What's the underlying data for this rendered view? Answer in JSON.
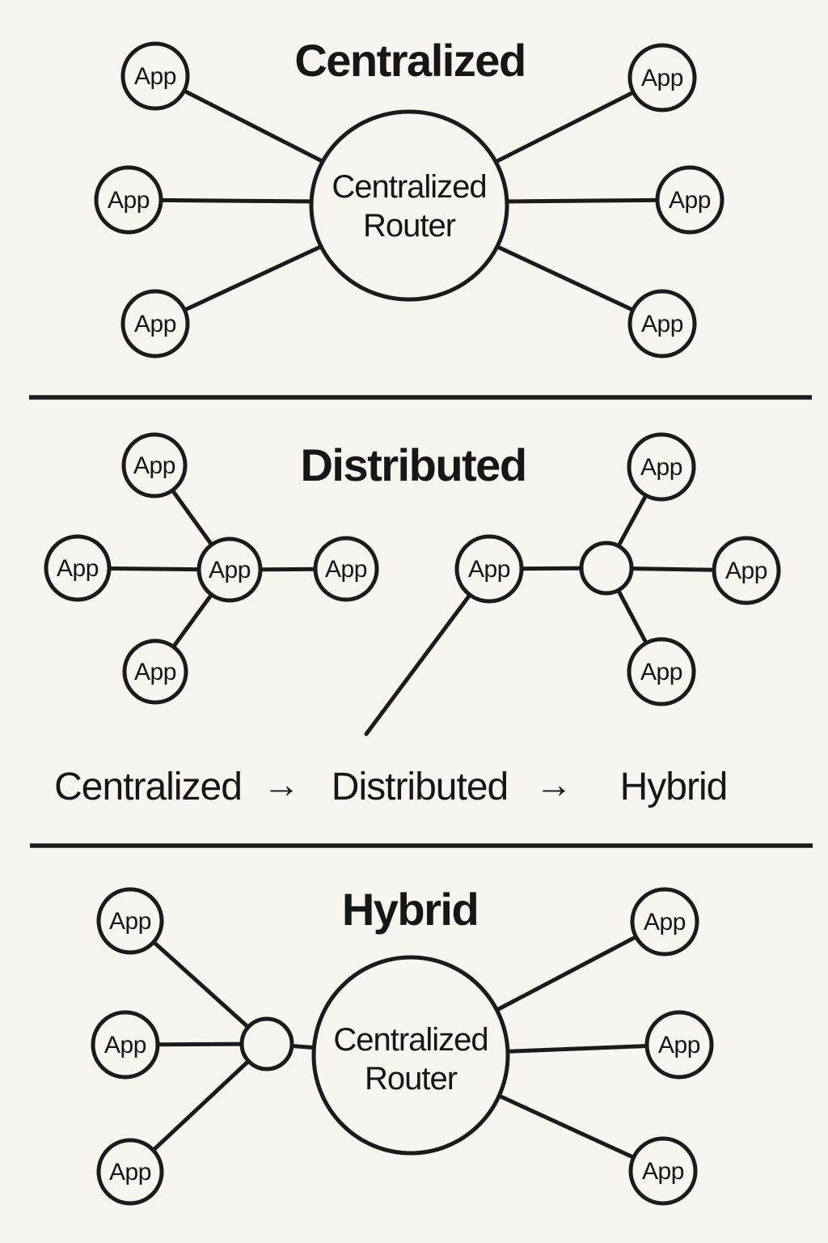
{
  "colors": {
    "background": "#f6f5f0",
    "stroke": "#1b1b1b",
    "text": "#161616"
  },
  "labels": {
    "app": "App"
  },
  "sections": {
    "centralized": {
      "title": "Centralized",
      "router": {
        "line1": "Centralized",
        "line2": "Router"
      },
      "app_count": 6
    },
    "distributed": {
      "title": "Distributed",
      "left_cluster_apps": 5,
      "right_cluster_apps": 4
    },
    "hybrid": {
      "title": "Hybrid",
      "router": {
        "line1": "Centralized",
        "line2": "Router"
      },
      "app_count": 6
    }
  },
  "flow": {
    "step1": "Centralized",
    "arrow": "→",
    "step2": "Distributed",
    "step3": "Hybrid"
  }
}
